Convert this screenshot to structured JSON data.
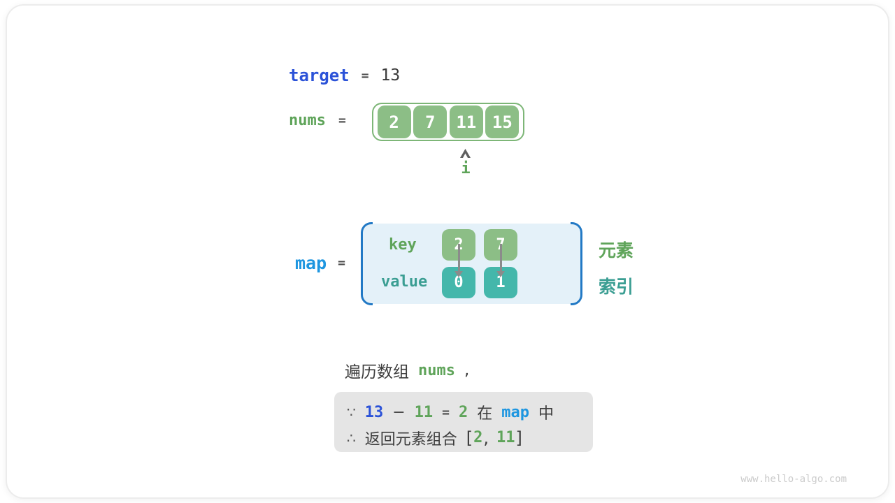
{
  "colors": {
    "royal_blue": "#2b52d8",
    "bright_blue": "#1e96e0",
    "green_text": "#5fa45a",
    "teal_text": "#3b9e93",
    "green_cell": "#8cbe86",
    "green_border": "#7db677",
    "teal_cell": "#44b7ab",
    "bracket_blue": "#2279c5",
    "panel_fill": "#e4f1f9",
    "conclusion_fill": "#e5e5e5",
    "arrow_gray": "#8b8b8b",
    "watermark_gray": "#cbcbcb"
  },
  "target_row": {
    "label": "target",
    "equals": "=",
    "value": "13"
  },
  "nums_row": {
    "label": "nums",
    "equals": "=",
    "cells": [
      "2",
      "7",
      "11",
      "15"
    ],
    "pointer_label": "i"
  },
  "map_row": {
    "label": "map",
    "equals": "=",
    "key_label": "key",
    "value_label": "value",
    "keys": [
      "2",
      "7"
    ],
    "values": [
      "0",
      "1"
    ],
    "element_label": "元素",
    "index_label": "索引"
  },
  "caption": {
    "prefix": "遍历数组",
    "code": "nums",
    "comma": ","
  },
  "conclusion": {
    "line1": {
      "because_sign": "∵",
      "target_value": "13",
      "minus": "−",
      "current_num": "11",
      "equals": "=",
      "complement": "2",
      "in_prefix": "在",
      "map_ref": "map",
      "in_suffix": "中"
    },
    "line2": {
      "therefore_sign": "∴",
      "text": "返回元素组合",
      "open_bracket": "[",
      "first": "2",
      "comma": ",",
      "second": "11",
      "close_bracket": "]"
    }
  },
  "watermark": "www.hello-algo.com"
}
